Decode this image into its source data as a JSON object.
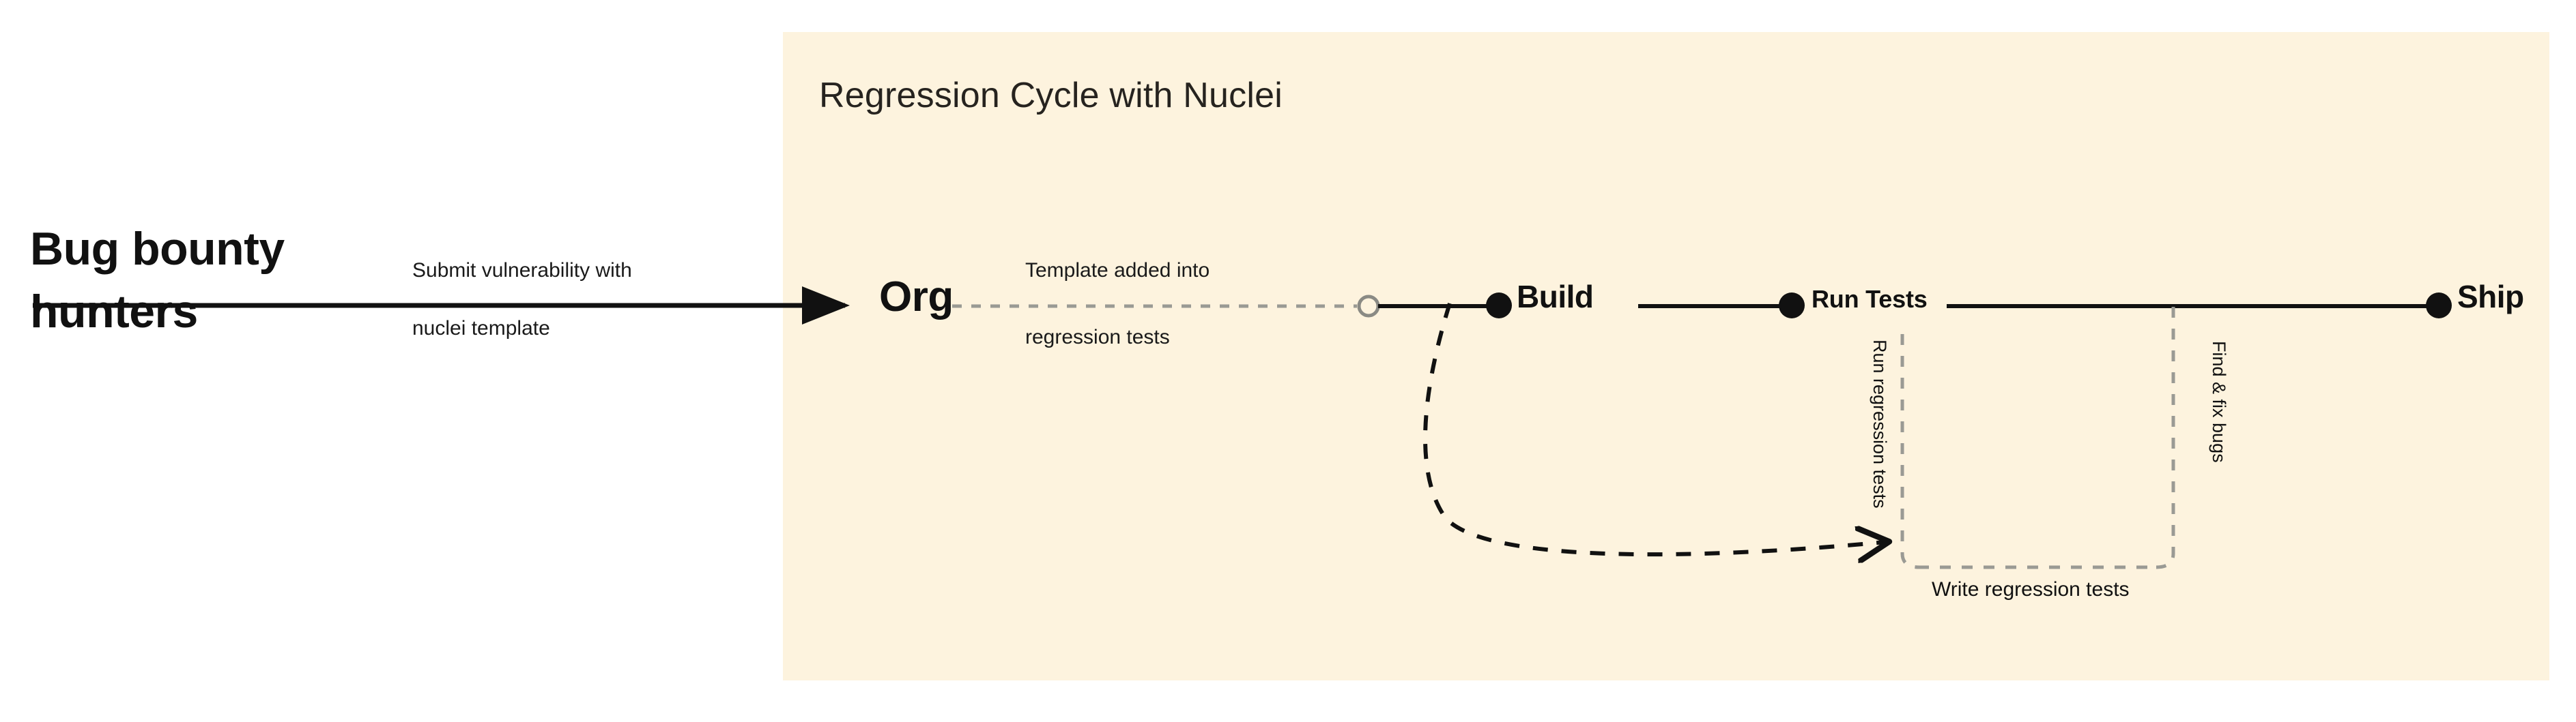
{
  "page": {
    "background": "#ffffff",
    "panel_background": "#fdf3de"
  },
  "panel": {
    "title": "Regression Cycle with Nuclei"
  },
  "actor": {
    "line1": "Bug bounty",
    "line2": "hunters"
  },
  "edges": {
    "submit": {
      "line1": "Submit vulnerability with",
      "line2": "nuclei template",
      "style": "solid-arrow",
      "color": "#111111"
    },
    "template": {
      "line1": "Template added into",
      "line2": "regression tests",
      "style": "dotted",
      "color": "#8a8a8a"
    }
  },
  "nodes": [
    {
      "id": "org",
      "label": "Org",
      "marker": "none"
    },
    {
      "id": "build",
      "label": "Build",
      "marker": "filled-dot"
    },
    {
      "id": "run",
      "label": "Run Tests",
      "marker": "filled-dot"
    },
    {
      "id": "ship",
      "label": "Ship",
      "marker": "filled-dot"
    }
  ],
  "markers": {
    "hollow_circle": {
      "stroke": "#8a8a8a",
      "fill": "#fdf3de"
    },
    "filled_dot": {
      "fill": "#111111"
    }
  },
  "loop": {
    "label": "Run regression tests",
    "style": "dashed-curve-arrow",
    "color": "#111111"
  },
  "bracket": {
    "label_left": "Run regression tests",
    "label_right": "Find & fix bugs",
    "label_bottom": "Write regression tests",
    "style": "dashed",
    "color": "#8a8a8a"
  }
}
